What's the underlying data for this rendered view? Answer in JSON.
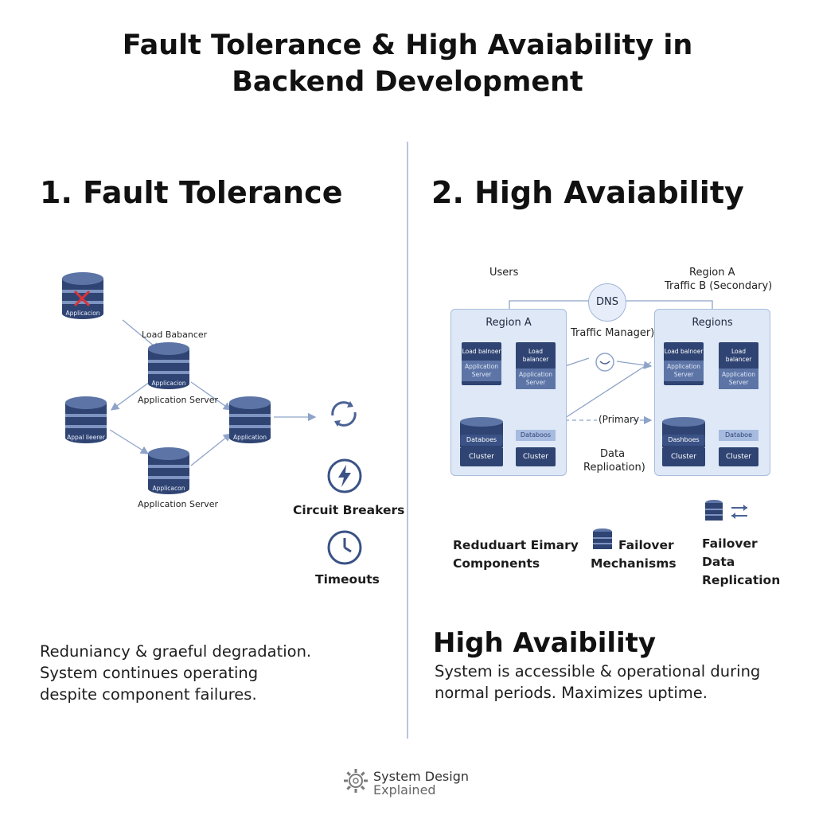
{
  "title": {
    "line1": "Fault Tolerance & High Avaiability in",
    "line2": "Backend Development"
  },
  "left": {
    "heading": "1. Fault Tolerance",
    "nodes": {
      "failed_db": "Applicacion",
      "load_balancer_label": "Load Babancer",
      "lb_db": "Applicacion",
      "app_server_label_1": "Application Server",
      "left_db": "Appal lieerer",
      "right_db": "Application",
      "bottom_db": "Applicacon",
      "app_server_label_2": "Application Server"
    },
    "icons": {
      "circuit_breakers": "Circuit Breakers",
      "timeouts": "Timeouts"
    },
    "description": {
      "line1": "Reduniancy & graeful degradation.",
      "line2": "System continues operating",
      "line3": "despite component failures."
    }
  },
  "right": {
    "heading": "2. High Avaiability",
    "users": "Users",
    "region_a_top": "Region A",
    "traffic_b": "Traffic B (Secondary)",
    "dns": "DNS",
    "traffic_manager": "Traffic Manager)",
    "primary": "(Primary",
    "data_replication_1": "Data",
    "data_replication_2": "Replioation)",
    "region_left": {
      "title": "Region A",
      "lb1_top": "Load balnoer",
      "lb1_sub": "Application Server",
      "lb2_top": "Load balancer",
      "lb2_sub": "Application Server",
      "db1": "Databoes",
      "db1_cluster": "Cluster",
      "db2": "Databoos",
      "db2_cluster": "Cluster"
    },
    "region_right": {
      "title": "Regions",
      "lb1_top": "Load balnoer",
      "lb1_sub": "Application Server",
      "lb2_top": "Load balancer",
      "lb2_sub": "Application Server",
      "db1": "Dashboes",
      "db1_cluster": "Cluster",
      "db2": "Databoe",
      "db2_cluster": "Cluster"
    },
    "features": {
      "f1_line1": "Reduduart Eimary",
      "f1_line2": "Components",
      "f2_line1": "Failover",
      "f2_line2": "Mechanisms",
      "f3_line1": "Failover",
      "f3_line2": "Data Replication"
    },
    "summary_heading": "High Avaibility",
    "summary_line1": "System is accessible & operational during",
    "summary_line2": "normal periods. Maximizes uptime."
  },
  "footer": {
    "line1": "System Design",
    "line2": "Explained"
  },
  "colors": {
    "db_dark": "#2f4473",
    "db_mid": "#5d75a6",
    "region_bg": "#dfe8f6",
    "line": "#8ea3c8",
    "fail_x": "#d8343a"
  }
}
